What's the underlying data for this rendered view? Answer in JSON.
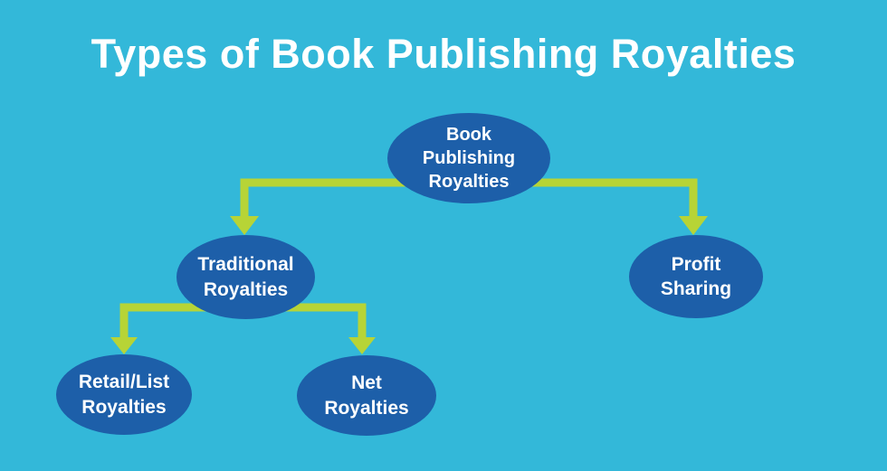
{
  "title": "Types of Book Publishing Royalties",
  "colors": {
    "background": "#33b8d9",
    "node_fill": "#1d5fa9",
    "connector": "#b7d436",
    "text": "#ffffff"
  },
  "diagram": {
    "type": "tree",
    "nodes": [
      {
        "id": "root",
        "label": "Book\nPublishing\nRoyalties"
      },
      {
        "id": "traditional",
        "label": "Traditional\nRoyalties"
      },
      {
        "id": "profit",
        "label": "Profit\nSharing"
      },
      {
        "id": "retail",
        "label": "Retail/List\nRoyalties"
      },
      {
        "id": "net",
        "label": "Net\nRoyalties"
      }
    ],
    "edges": [
      {
        "from": "root",
        "to": "traditional"
      },
      {
        "from": "root",
        "to": "profit"
      },
      {
        "from": "traditional",
        "to": "retail"
      },
      {
        "from": "traditional",
        "to": "net"
      }
    ]
  }
}
